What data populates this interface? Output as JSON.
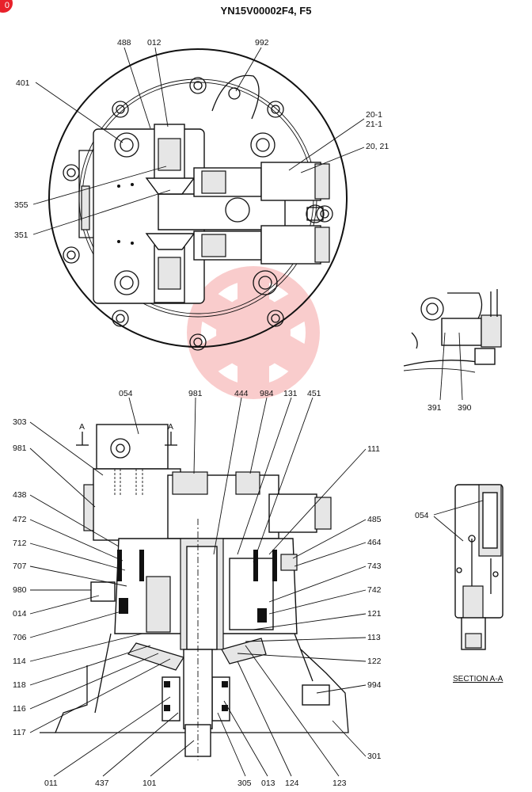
{
  "title": "YN15V00002F4, F5",
  "corner_badge": "0",
  "top_view_labels": [
    "488",
    "012",
    "992",
    "401",
    "20-1",
    "21-1",
    "20, 21",
    "355",
    "351"
  ],
  "side_view_labels": [
    "391",
    "390"
  ],
  "section_view": {
    "labels": [
      "054"
    ],
    "caption": "SECTION  A-A"
  },
  "cutaway_labels": {
    "top": [
      "054",
      "981",
      "444",
      "984",
      "131",
      "451"
    ],
    "left": [
      "303",
      "981",
      "438",
      "472",
      "712",
      "707",
      "980",
      "014",
      "706",
      "114",
      "118",
      "116",
      "117"
    ],
    "right": [
      "111",
      "485",
      "464",
      "743",
      "742",
      "121",
      "113",
      "122",
      "994",
      "301"
    ],
    "bottom": [
      "011",
      "437",
      "101",
      "305",
      "013",
      "124",
      "123"
    ],
    "section_markers": [
      "A",
      "A"
    ]
  }
}
